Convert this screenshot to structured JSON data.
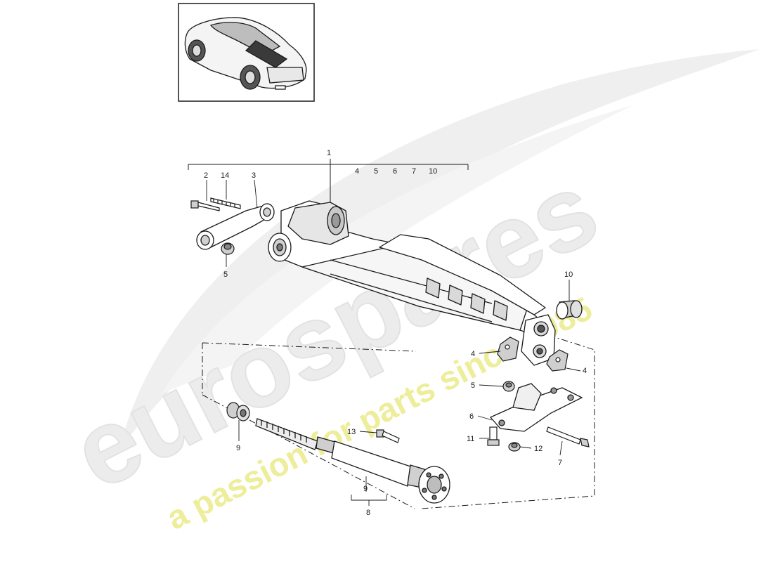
{
  "watermark": {
    "brand": "eurospares",
    "tagline": "a passion for parts since 1985",
    "colors": {
      "swoosh": "#e6e6e6",
      "brand_fill": "#eeeeee",
      "tagline_fill": "#ecec8e"
    }
  },
  "thumbnail": {
    "icon": "car-icon"
  },
  "group_label": {
    "main": "1",
    "sub": [
      "4",
      "5",
      "6",
      "7",
      "10"
    ]
  },
  "callouts": {
    "c2": "2",
    "c14": "14",
    "c3": "3",
    "c5a": "5",
    "c10": "10",
    "c4a": "4",
    "c4b": "4",
    "c5b": "5",
    "c6": "6",
    "c11": "11",
    "c12": "12",
    "c7": "7",
    "c13": "13",
    "c9a": "9",
    "c9b": "9",
    "c8": "8"
  },
  "colors": {
    "line": "#1a1a1a",
    "part_fill": "#ffffff",
    "shade": "#d9d9d9",
    "dark_shade": "#9a9a9a"
  }
}
